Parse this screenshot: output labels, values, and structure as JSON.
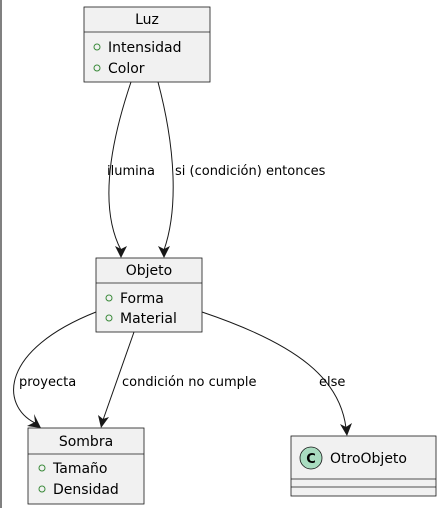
{
  "classes": {
    "luz": {
      "name": "Luz",
      "attributes": [
        "Intensidad",
        "Color"
      ]
    },
    "objeto": {
      "name": "Objeto",
      "attributes": [
        "Forma",
        "Material"
      ]
    },
    "sombra": {
      "name": "Sombra",
      "attributes": [
        "Tamaño",
        "Densidad"
      ]
    },
    "otro": {
      "name": "OtroObjeto",
      "stereotype_letter": "C"
    }
  },
  "relations": [
    {
      "from": "Luz",
      "to": "Objeto",
      "label": "ilumina"
    },
    {
      "from": "Luz",
      "to": "Objeto",
      "label": "si (condición) entonces"
    },
    {
      "from": "Objeto",
      "to": "Sombra",
      "label": "proyecta"
    },
    {
      "from": "Objeto",
      "to": "Sombra",
      "label": "condición no cumple"
    },
    {
      "from": "Objeto",
      "to": "OtroObjeto",
      "label": "else"
    }
  ],
  "colors": {
    "box_fill": "#f1f1f1",
    "box_stroke": "#181818",
    "visibility_marker": "#3a8a3a",
    "class_badge": "#a9dcc0"
  }
}
